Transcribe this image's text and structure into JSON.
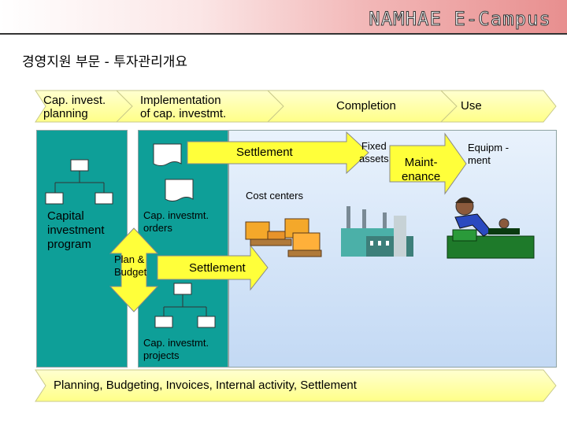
{
  "header": {
    "brand": "NAMHAE E-Campus"
  },
  "title": "경영지원 부문 - 투자관리개요",
  "phases": [
    {
      "line1": "Cap. invest.",
      "line2": "planning"
    },
    {
      "line1": "Implementation",
      "line2": "of cap. investmt."
    },
    {
      "line1": "Completion"
    },
    {
      "line1": "Use"
    }
  ],
  "labels": {
    "capital_program": [
      "Capital",
      "investment",
      "program"
    ],
    "plan_budget": [
      "Plan &",
      "Budget"
    ],
    "orders": [
      "Cap. investmt.",
      "orders"
    ],
    "settlement_top": "Settlement",
    "settlement_mid": "Settlement",
    "cost_centers": "Cost centers",
    "fixed_assets": [
      "Fixed",
      "assets"
    ],
    "maintenance": [
      "Maint-",
      "enance"
    ],
    "equipment": [
      "Equipm -",
      "ment"
    ],
    "projects": [
      "Cap. investmt.",
      "projects"
    ],
    "bottom": "Planning, Budgeting, Invoices, Internal activity, Settlement"
  },
  "colors": {
    "teal": "#0e9f98",
    "panel_light": "#cfe1f7",
    "arrow_yellow": "#ffff3a",
    "chevron_yellow": "#ffff99"
  }
}
